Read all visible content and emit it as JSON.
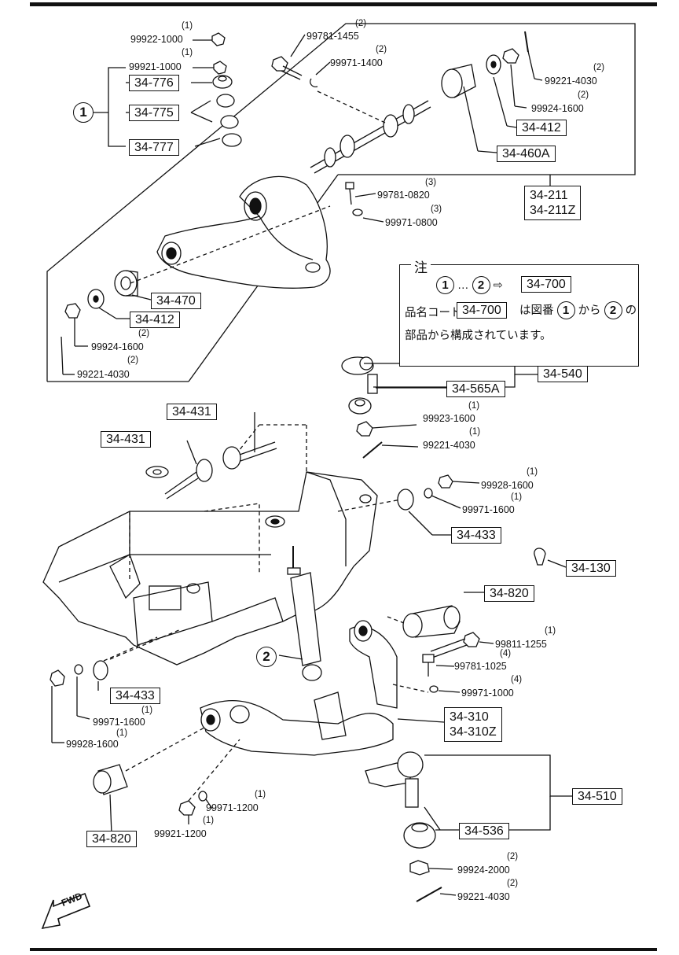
{
  "parts": {
    "p99922": {
      "qty": "(1)",
      "code": "99922-1000"
    },
    "p99921a": {
      "qty": "(1)",
      "code": "99921-1000"
    },
    "p99781_1455": {
      "qty": "(2)",
      "code": "99781-1455"
    },
    "p99971_1400": {
      "qty": "(2)",
      "code": "99971-1400"
    },
    "p99221_top": {
      "qty": "(2)",
      "code": "99221-4030"
    },
    "p99924_top": {
      "qty": "(2)",
      "code": "99924-1600"
    },
    "p99781_0820": {
      "qty": "(3)",
      "code": "99781-0820"
    },
    "p99971_0800": {
      "qty": "(3)",
      "code": "99971-0800"
    },
    "p99924_left": {
      "qty": "(2)",
      "code": "99924-1600"
    },
    "p99221_left": {
      "qty": "(2)",
      "code": "99221-4030"
    },
    "p99923": {
      "qty": "(1)",
      "code": "99923-1600"
    },
    "p99221_mid": {
      "qty": "(1)",
      "code": "99221-4030"
    },
    "p99928_right": {
      "qty": "(1)",
      "code": "99928-1600"
    },
    "p99971_right": {
      "qty": "(1)",
      "code": "99971-1600"
    },
    "p99811": {
      "qty": "(1)",
      "code": "99811-1255"
    },
    "p99781_1025": {
      "qty": "(4)",
      "code": "99781-1025"
    },
    "p99971_1000": {
      "qty": "(4)",
      "code": "99971-1000"
    },
    "p99971_1600_l": {
      "qty": "(1)",
      "code": "99971-1600"
    },
    "p99928_left": {
      "qty": "(1)",
      "code": "99928-1600"
    },
    "p99971_1200": {
      "qty": "(1)",
      "code": "99971-1200"
    },
    "p99921_1200": {
      "qty": "(1)",
      "code": "99921-1200"
    },
    "p99924_2000": {
      "qty": "(2)",
      "code": "99924-2000"
    },
    "p99221_bot": {
      "qty": "(2)",
      "code": "99221-4030"
    }
  },
  "boxes": {
    "b34776": "34-776",
    "b34775": "34-775",
    "b34777": "34-777",
    "b34412_top": "34-412",
    "b34460A": "34-460A",
    "b34211": "34-211",
    "b34211Z": "34-211Z",
    "b34470": "34-470",
    "b34412_left": "34-412",
    "b34540": "34-540",
    "b34565A": "34-565A",
    "b34431_a": "34-431",
    "b34431_b": "34-431",
    "b34433_right": "34-433",
    "b34130": "34-130",
    "b34820_top": "34-820",
    "b34310": "34-310",
    "b34310Z": "34-310Z",
    "b34433_left": "34-433",
    "b34510": "34-510",
    "b34536": "34-536",
    "b34820_bot": "34-820"
  },
  "callouts": {
    "one": "1",
    "two": "2"
  },
  "note": {
    "title": "注",
    "range_start": "1",
    "range_dots": "…",
    "range_end": "2",
    "arrow": "⇨",
    "ref_box": "34-700",
    "line2_a": "品名コード",
    "line2_box": "34-700",
    "line2_b": "は図番",
    "line2_c1": "1",
    "line2_d": "から",
    "line2_c2": "2",
    "line2_e": "の",
    "line3": "部品から構成されています。"
  },
  "fwd_label": "FWD"
}
